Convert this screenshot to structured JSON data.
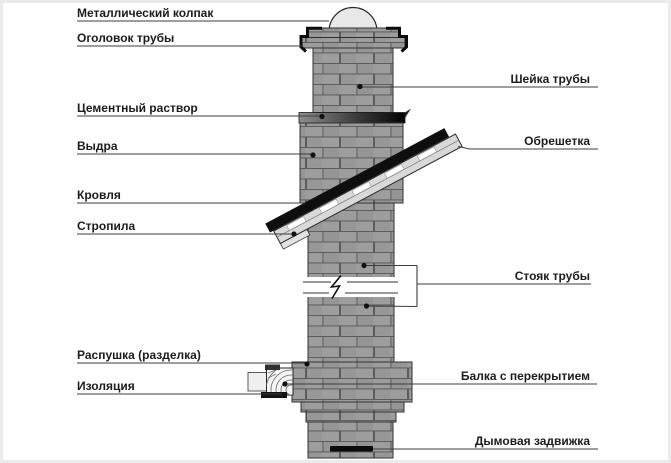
{
  "diagram": {
    "subject": "chimney-structure-cross-section",
    "language": "ru",
    "labels": {
      "metal_cap": "Металлический колпак",
      "pipe_head": "Оголовок трубы",
      "cement_mortar": "Цементный раствор",
      "vydra": "Выдра",
      "roofing": "Кровля",
      "rafters": "Стропила",
      "fluffing": "Распушка (разделка)",
      "insulation": "Изоляция",
      "pipe_neck": "Шейка трубы",
      "lathing": "Обрешетка",
      "pipe_riser": "Стояк трубы",
      "beam_with_ceiling": "Балка с перекрытием",
      "smoke_damper": "Дымовая задвижка"
    },
    "colors": {
      "background": "#fefefe",
      "brick": "#9d9d9d",
      "mortar_joint": "#555555",
      "roofing_black": "#0e0e0e",
      "leader_line": "#3d3d3d",
      "label_text": "#1c1c1c",
      "wood_beam": "#f4f4f4",
      "cement_dark": "#050505"
    }
  }
}
